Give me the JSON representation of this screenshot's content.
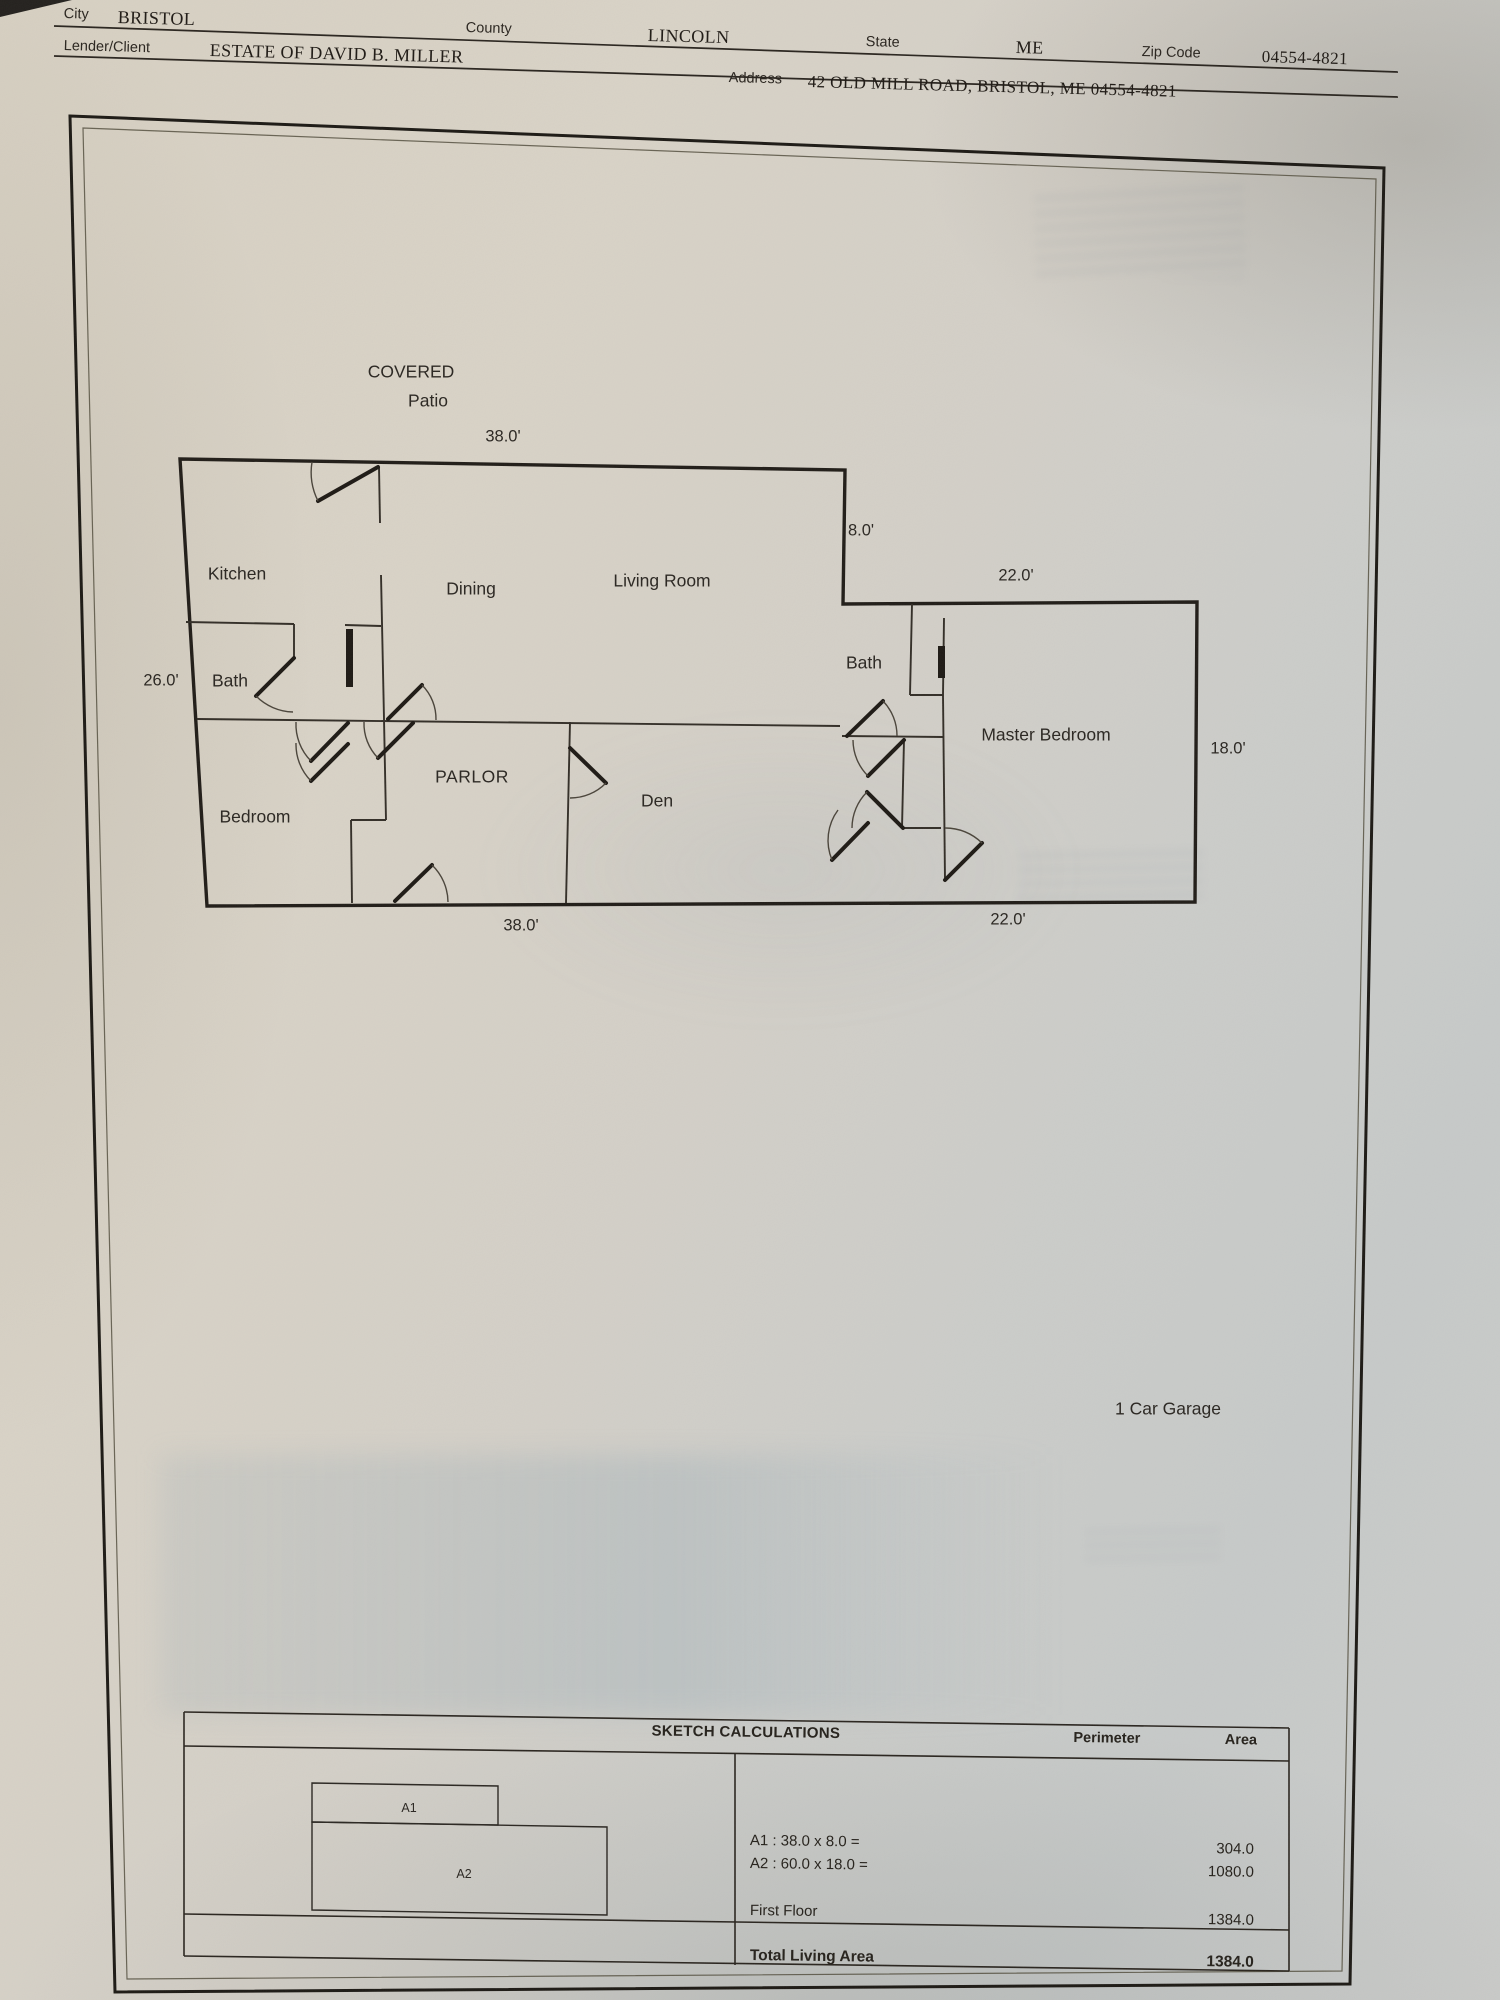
{
  "header": {
    "fields": [
      {
        "label": "City",
        "value": "BRISTOL"
      },
      {
        "label": "County",
        "value": "LINCOLN"
      },
      {
        "label": "State",
        "value": "ME"
      },
      {
        "label": "Zip Code",
        "value": "04554-4821"
      },
      {
        "label": "Lender/Client",
        "value": "ESTATE OF DAVID B. MILLER"
      },
      {
        "label": "Address",
        "value": "42 OLD MILL ROAD, BRISTOL, ME 04554-4821"
      }
    ]
  },
  "plan": {
    "labels": {
      "covered": "COVERED",
      "patio": "Patio",
      "kitchen": "Kitchen",
      "dining": "Dining",
      "living_room": "Living Room",
      "bath_left": "Bath",
      "bedroom": "Bedroom",
      "parlor": "PARLOR",
      "den": "Den",
      "bath_right": "Bath",
      "master_bedroom": "Master Bedroom",
      "garage": "1 Car Garage"
    },
    "dimensions": {
      "top_width": "38.0'",
      "step_height": "8.0'",
      "wing_top_width": "22.0'",
      "left_height": "26.0'",
      "wing_right_height": "18.0'",
      "bottom_width": "38.0'",
      "wing_bottom_width": "22.0'"
    }
  },
  "calc_table": {
    "title": "SKETCH CALCULATIONS",
    "col_perimeter": "Perimeter",
    "col_area": "Area",
    "sketch": {
      "a1": "A1",
      "a2": "A2"
    },
    "rows": [
      {
        "formula": "A1 : 38.0 x 8.0 =",
        "area": "304.0"
      },
      {
        "formula": "A2 : 60.0 x 18.0 =",
        "area": "1080.0"
      }
    ],
    "first_floor": {
      "label": "First Floor",
      "area": "1384.0"
    },
    "total": {
      "label": "Total Living Area",
      "area": "1384.0"
    }
  },
  "colors": {
    "ink": "#221e18",
    "paper_warm": "#d6cfc2",
    "paper_cool": "#c6c9c8",
    "bleed_blue": "#9fb4c0"
  }
}
